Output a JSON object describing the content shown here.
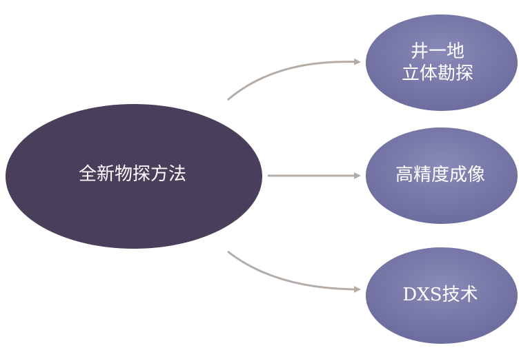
{
  "diagram": {
    "colors": {
      "center_fill": "#4a3f5b",
      "branch_fill_light": "#8a8ab8",
      "branch_fill_dark": "#6c6c9e",
      "arrow": "#b4aca6",
      "text": "#ffffff"
    },
    "center": {
      "label": "全新物探方法"
    },
    "branches": [
      {
        "label_line1": "井一地",
        "label_line2": "立体勘探"
      },
      {
        "label": "高精度成像"
      },
      {
        "label": "DXS技术"
      }
    ]
  }
}
